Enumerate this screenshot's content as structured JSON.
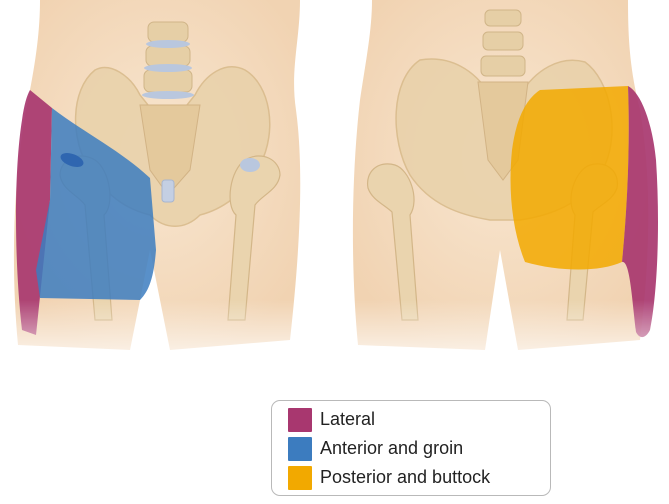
{
  "legend": {
    "items": [
      {
        "label": "Lateral",
        "color": "#a8376f"
      },
      {
        "label": "Anterior and groin",
        "color": "#3c7cbf"
      },
      {
        "label": "Posterior and buttock",
        "color": "#f2a900"
      }
    ]
  },
  "colors": {
    "skin": "#f6e0c6",
    "bone": "#e6cda3",
    "cartilage": "#b9c7de"
  }
}
